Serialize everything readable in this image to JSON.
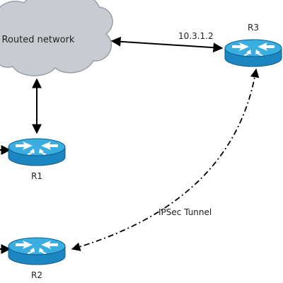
{
  "cloud": {
    "label": "Routed network",
    "fill": "#c8cbcf",
    "stroke": "#9aa0a6"
  },
  "routers": [
    {
      "id": "R3",
      "label": "R3"
    },
    {
      "id": "R1",
      "label": "R1"
    },
    {
      "id": "R2",
      "label": "R2"
    }
  ],
  "links": {
    "cloud_r3": {
      "label": "10.3.1.2"
    },
    "tunnel": {
      "label": "IPSec Tunnel",
      "style": "dash-dot"
    }
  },
  "colors": {
    "router_top": "#3aaee0",
    "router_side": "#1b86c1",
    "router_stroke": "#0f5e8c",
    "line": "#000000"
  }
}
